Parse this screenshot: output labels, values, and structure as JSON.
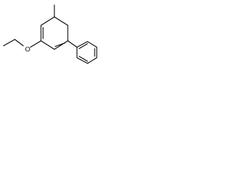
{
  "diagram": {
    "type": "skeletal-structure",
    "atoms": [
      {
        "id": "O1",
        "label": "O"
      }
    ],
    "colors": {
      "bond": "#000000",
      "label": "#000000",
      "background": "#ffffff"
    }
  }
}
